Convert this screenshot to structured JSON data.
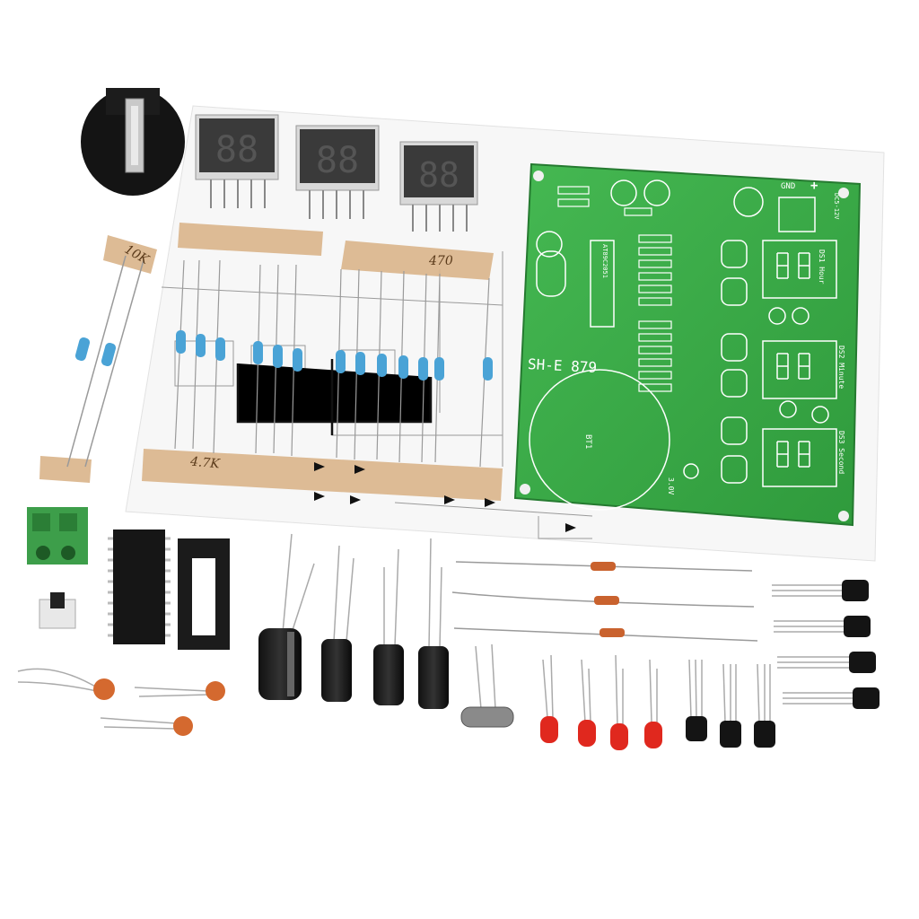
{
  "product": {
    "board_model": "SH-E 879",
    "silkscreen": {
      "gnd": "GND",
      "plus": "+",
      "hour": "DS1 Hour",
      "minute": "DS2 Minute",
      "second": "DS3 Second",
      "battery": "BT1",
      "voltage": "3.0V",
      "chip": "AT89C2051",
      "power": "DC5-12V"
    },
    "tape_labels": {
      "left": "10K",
      "top": "470",
      "bottom": "4.7K"
    }
  },
  "colors": {
    "pcb": "#3fb04a",
    "pcb_dark": "#2d8f38",
    "led": "#e0281e",
    "tape": "#d9b48a",
    "terminal": "#3d9e4a",
    "cap": "#d4692f"
  }
}
